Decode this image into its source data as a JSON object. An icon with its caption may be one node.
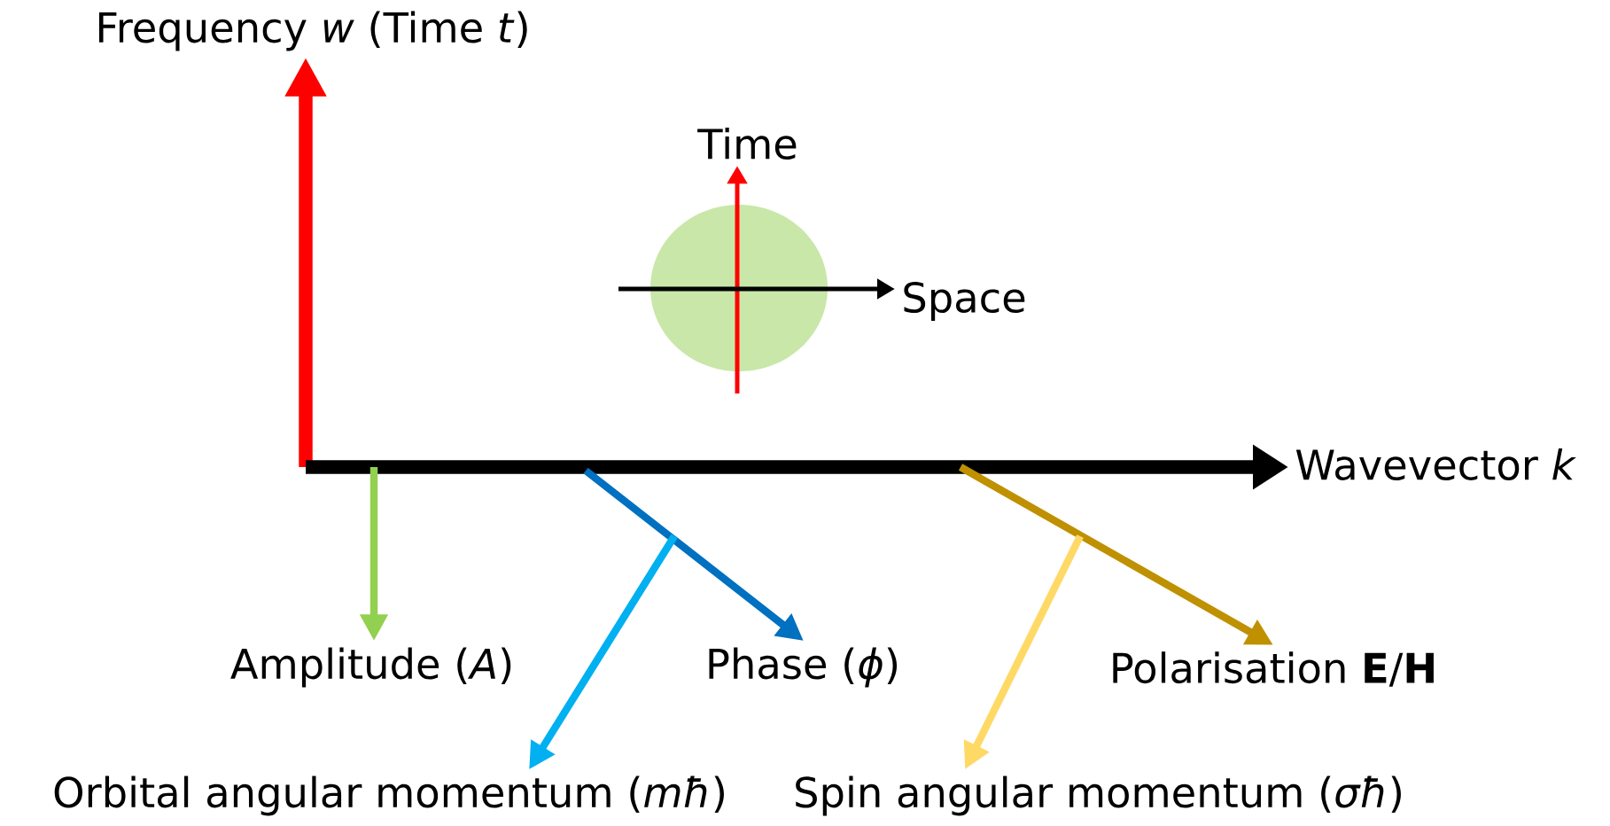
{
  "diagram": {
    "nodes": [
      {
        "text": [
          "Frequency *w* (Time *t*)"
        ]
      },
      {
        "text": [
          "Time"
        ]
      },
      {
        "text": [],
        "shape": "circle"
      },
      {
        "text": [
          "Space"
        ]
      },
      {
        "text": [
          "Wavevector *k*"
        ]
      },
      {
        "text": [
          "Amplitude (*A*)"
        ]
      },
      {
        "text": [
          "Phase (*ϕ*)"
        ]
      },
      {
        "text": [
          "Polarisation **E**/**H**"
        ]
      },
      {
        "text": [
          "Orbital angular momentum (*mħ*)"
        ]
      },
      {
        "text": [
          "Spin angular momentum (*σħ*)"
        ]
      }
    ],
    "edges": [
      {
        "from": null,
        "to": 0,
        "arrow": "to",
        "style": "thick",
        "color": "#ff0000"
      },
      {
        "from": null,
        "to": 4,
        "arrow": "to",
        "style": "thick",
        "color": "#000000"
      },
      {
        "from": null,
        "to": 5,
        "arrow": "to",
        "color": "#92d050"
      },
      {
        "from": null,
        "to": 6,
        "arrow": "to",
        "color": "#0070c0"
      },
      {
        "from": null,
        "to": 8,
        "arrow": "to",
        "color": "#00b0f0"
      },
      {
        "from": null,
        "to": 7,
        "arrow": "to",
        "color": "#bf9000"
      },
      {
        "from": null,
        "to": 9,
        "arrow": "to",
        "color": "#ffd966"
      },
      {
        "from": null,
        "to": 1,
        "arrow": "to",
        "color": "#ff0000"
      },
      {
        "from": null,
        "to": 3,
        "arrow": "to",
        "color": "#000000"
      }
    ]
  }
}
